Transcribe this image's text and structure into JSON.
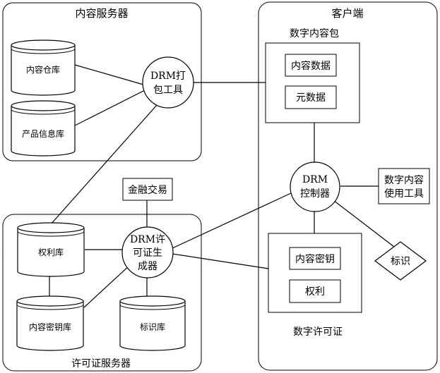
{
  "groups": {
    "content_server": "内容服务器",
    "client": "客户端",
    "license_server": "许可证服务器",
    "digital_content_package": "数字内容包",
    "digital_license": "数字许可证"
  },
  "databases": {
    "content_warehouse": "内容仓库",
    "product_info_db": "产品信息库",
    "rights_db": "权利库",
    "content_key_db": "内容密钥库",
    "identity_db": "标识库"
  },
  "processes": {
    "packager": {
      "line1": "DRM打",
      "line2": "包工具"
    },
    "controller": {
      "line1": "DRM",
      "line2": "控制器"
    },
    "license_generator": {
      "line1": "DRM许",
      "line2": "可证生",
      "line3": "成器"
    }
  },
  "boxes": {
    "content_data": "内容数据",
    "metadata": "元数据",
    "financial_transaction": "金融交易",
    "usage_tool": {
      "line1": "数字内容",
      "line2": "使用工具"
    },
    "content_key": "内容密钥",
    "rights": "权利"
  },
  "diamond": {
    "identity": "标识"
  }
}
